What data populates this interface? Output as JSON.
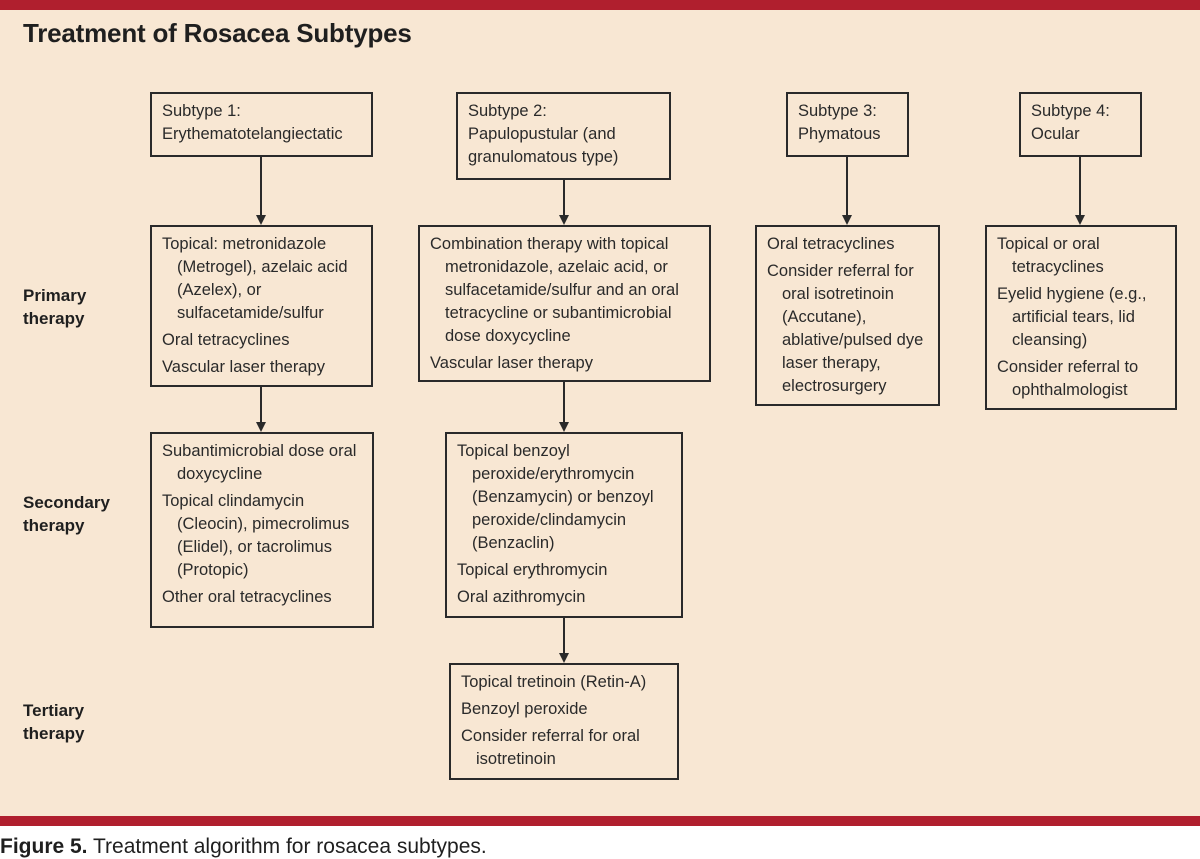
{
  "title": "Treatment of Rosacea Subtypes",
  "caption": {
    "label": "Figure 5.",
    "text": "Treatment algorithm for rosacea subtypes."
  },
  "rows": {
    "primary": [
      "Primary",
      "therapy"
    ],
    "secondary": [
      "Secondary",
      "therapy"
    ],
    "tertiary": [
      "Tertiary",
      "therapy"
    ]
  },
  "subtypes": [
    {
      "line1": "Subtype 1:",
      "line2": "Erythematotelangiectatic"
    },
    {
      "line1": "Subtype 2:",
      "line2": "Papulopustular (and granulomatous type)"
    },
    {
      "line1": "Subtype 3:",
      "line2": "Phymatous"
    },
    {
      "line1": "Subtype 4:",
      "line2": "Ocular"
    }
  ],
  "primary_therapy": [
    [
      "Topical: metronidazole (Metrogel), azelaic acid (Azelex), or sulfacetamide/sulfur",
      "Oral tetracyclines",
      "Vascular laser therapy"
    ],
    [
      "Combination therapy with topical metronidazole, azelaic acid, or sulfacetamide/sulfur and an oral tetracycline or subantimicrobial dose doxycycline",
      "Vascular laser therapy"
    ],
    [
      "Oral tetracyclines",
      "Consider referral for oral isotretinoin (Accutane), ablative/pulsed dye laser therapy, electrosurgery"
    ],
    [
      "Topical or oral tetracyclines",
      "Eyelid hygiene (e.g., artificial tears, lid cleansing)",
      "Consider referral to ophthalmologist"
    ]
  ],
  "secondary_therapy": [
    [
      "Subantimicrobial dose oral doxycycline",
      "Topical clindamycin (Cleocin), pimecrolimus (Elidel), or tacrolimus (Protopic)",
      "Other oral tetracyclines"
    ],
    [
      "Topical benzoyl peroxide/erythromycin (Benzamycin) or benzoyl peroxide/clindamycin (Benzaclin)",
      "Topical erythromycin",
      "Oral azithromycin"
    ]
  ],
  "tertiary_therapy": [
    [
      "Topical tretinoin (Retin-A)",
      "Benzoyl peroxide",
      "Consider referral for oral isotretinoin"
    ]
  ]
}
